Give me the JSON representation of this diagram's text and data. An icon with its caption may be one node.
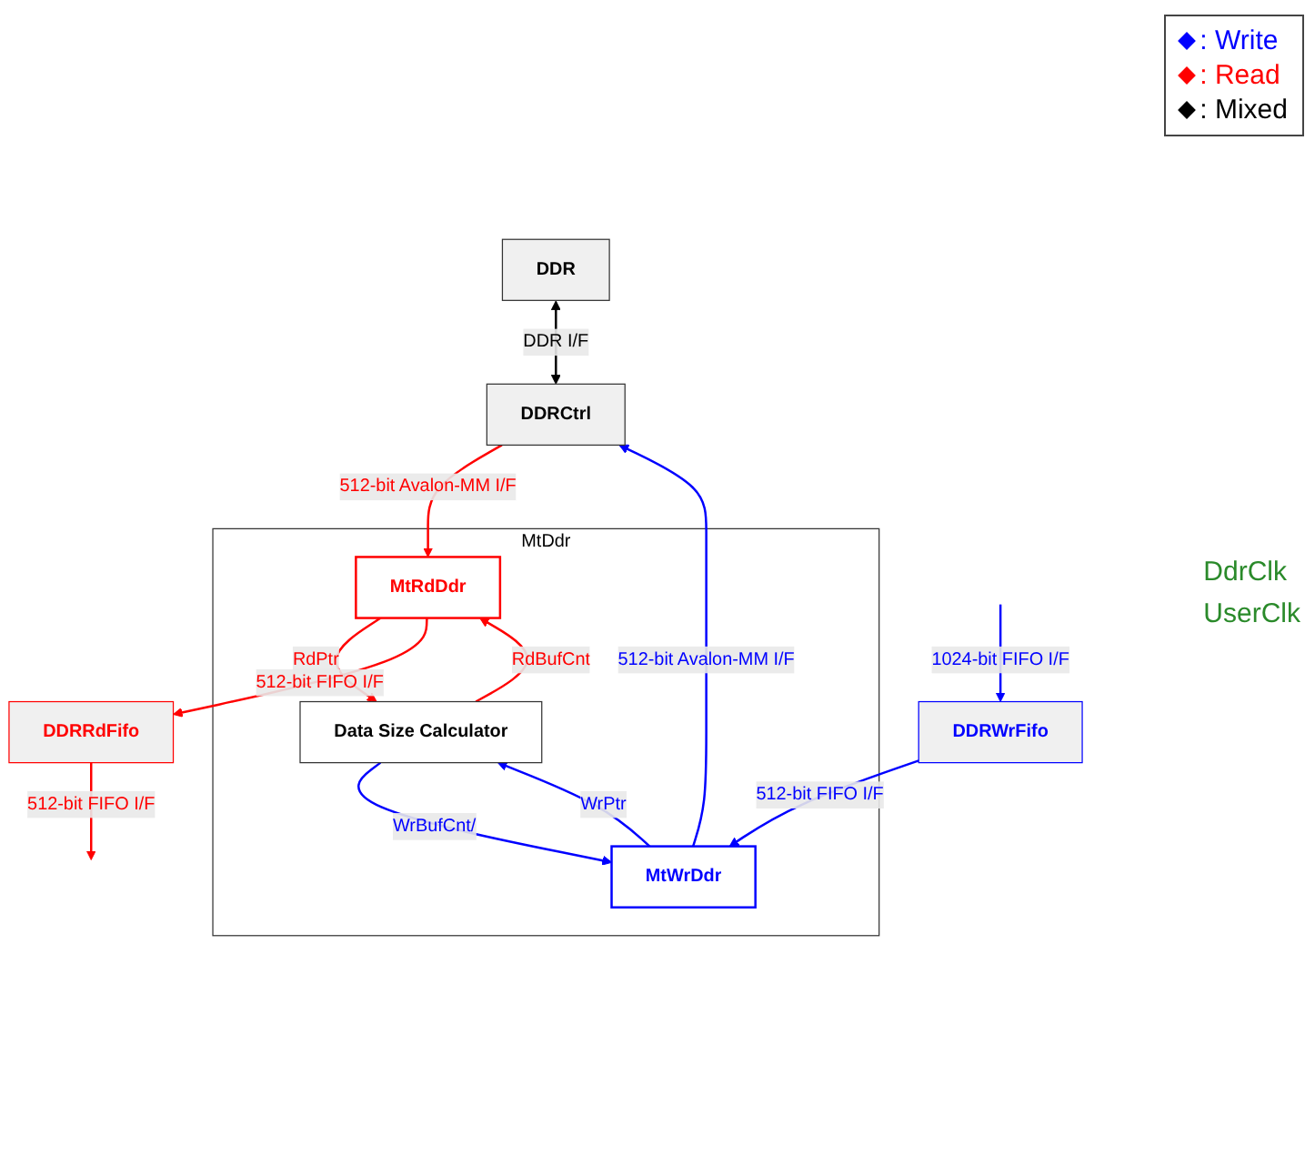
{
  "diagram": {
    "nodes": [
      {
        "text": [
          "DDR"
        ]
      },
      {
        "text": [
          "DDRCtrl"
        ]
      },
      {
        "text": [
          "MtDdr"
        ]
      },
      {
        "text": [
          "Data Size Calculator"
        ],
        "in": 2
      },
      {
        "text": [
          "MtWrDdr"
        ],
        "in": 2
      },
      {
        "text": [
          "MtRdDdr"
        ],
        "in": 2
      },
      {
        "text": [
          "DDRWrFifo"
        ]
      },
      {
        "text": [
          "DDRRdFifo"
        ]
      }
    ],
    "edges": [
      {
        "from": 0,
        "to": 1,
        "arrow": "both",
        "label": "DDR I/F",
        "color": "#000000"
      },
      {
        "from": 4,
        "to": 1,
        "arrow": "to",
        "label": "512-bit Avalon-MM I/F",
        "color": "#0000ff"
      },
      {
        "from": 1,
        "to": 5,
        "arrow": "to",
        "label": "512-bit Avalon-MM I/F",
        "color": "#ff0000"
      },
      {
        "from": 4,
        "to": 3,
        "arrow": "to",
        "label": "WrPtr",
        "color": "#0000ff"
      },
      {
        "from": 3,
        "to": 4,
        "arrow": "to",
        "label": "WrBufCnt/",
        "color": "#0000ff"
      },
      {
        "from": 3,
        "to": 5,
        "arrow": "to",
        "label": "RdBufCnt",
        "color": "#ff0000"
      },
      {
        "from": 5,
        "to": 3,
        "arrow": "to",
        "label": "RdPtr",
        "color": "#ff0000"
      },
      {
        "from": 6,
        "to": 4,
        "arrow": "to",
        "label": "512-bit FIFO I/F",
        "color": "#0000ff"
      },
      {
        "from": 5,
        "to": 7,
        "arrow": "to",
        "label": "512-bit FIFO I/F",
        "color": "#ff0000"
      },
      {
        "from": null,
        "to": 6,
        "arrow": "to",
        "label": "1024-bit FIFO I/F",
        "color": "#0000ff"
      },
      {
        "from": 7,
        "to": null,
        "arrow": "to",
        "label": "512-bit FIFO I/F",
        "color": "#ff0000"
      }
    ],
    "labels": [
      "DdrClk",
      "UserClk"
    ],
    "legend": [
      {
        "text": ": Write",
        "color": "#0000ff"
      },
      {
        "text": ": Read",
        "color": "#ff0000"
      },
      {
        "text": ": Mixed",
        "color": "#000000"
      }
    ]
  }
}
